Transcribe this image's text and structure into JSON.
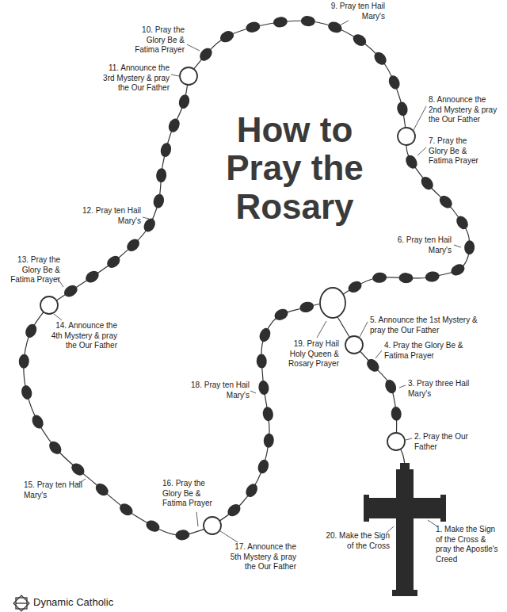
{
  "diagram": {
    "title": "How to Pray the Rosary",
    "labels": [
      "1. Make the Sign of the Cross & pray the Apostle's Creed",
      "2. Pray the Our Father",
      "3. Pray three Hail Mary's",
      "4. Pray the Glory Be & Fatima Prayer",
      "5. Announce the 1st Mystery & pray the Our Father",
      "6. Pray ten Hail Mary's",
      "7. Pray the Glory Be & Fatima Prayer",
      "8. Announce the 2nd Mystery & pray the Our Father",
      "9. Pray ten Hail Mary's",
      "10. Pray the Glory Be & Fatima Prayer",
      "11. Announce the 3rd Mystery & pray the Our Father",
      "12. Pray ten Hail Mary's",
      "13. Pray the Glory Be & Fatima Prayer",
      "14. Announce the 4th Mystery & pray the Our Father",
      "15. Pray ten Hail Mary's",
      "16. Pray the Glory Be & Fatima Prayer",
      "17. Announce the 5th Mystery & pray the Our Father",
      "18. Pray ten Hail Mary's",
      "19. Pray Hail Holy Queen & Rosary Prayer",
      "20. Make the Sign of the Cross",
      "Dynamic Catholic"
    ]
  }
}
